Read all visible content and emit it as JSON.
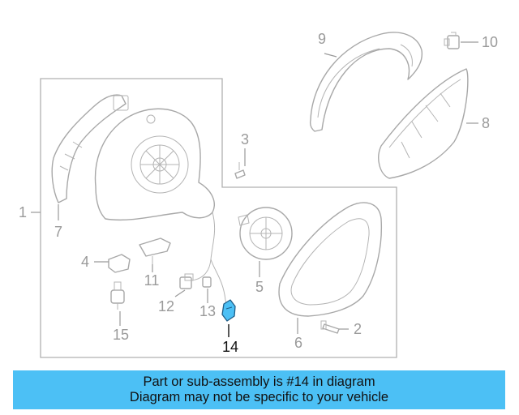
{
  "diagram": {
    "callouts": {
      "c1": "1",
      "c2": "2",
      "c3": "3",
      "c4": "4",
      "c5": "5",
      "c6": "6",
      "c7": "7",
      "c8": "8",
      "c9": "9",
      "c10": "10",
      "c11": "11",
      "c12": "12",
      "c13": "13",
      "c14": "14",
      "c15": "15"
    },
    "highlight_color": "#4cc0f5"
  },
  "banner": {
    "line1": "Part or sub-assembly is #14 in diagram",
    "line2": "Diagram may not be specific to your vehicle",
    "background": "#4cc0f5"
  }
}
